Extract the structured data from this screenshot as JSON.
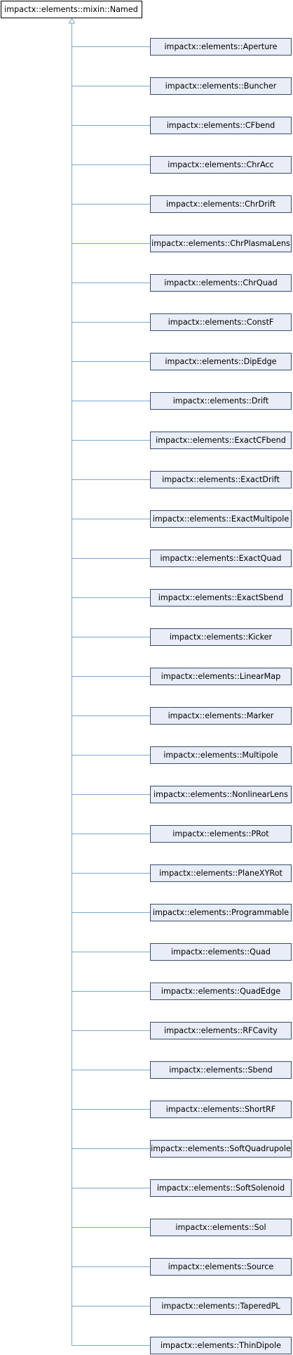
{
  "diagram": {
    "base": {
      "label": "impactx::elements::mixin::Named"
    },
    "derived": [
      "impactx::elements::Aperture",
      "impactx::elements::Buncher",
      "impactx::elements::CFbend",
      "impactx::elements::ChrAcc",
      "impactx::elements::ChrDrift",
      "impactx::elements::ChrPlasmaLens",
      "impactx::elements::ChrQuad",
      "impactx::elements::ConstF",
      "impactx::elements::DipEdge",
      "impactx::elements::Drift",
      "impactx::elements::ExactCFbend",
      "impactx::elements::ExactDrift",
      "impactx::elements::ExactMultipole",
      "impactx::elements::ExactQuad",
      "impactx::elements::ExactSbend",
      "impactx::elements::Kicker",
      "impactx::elements::LinearMap",
      "impactx::elements::Marker",
      "impactx::elements::Multipole",
      "impactx::elements::NonlinearLens",
      "impactx::elements::PRot",
      "impactx::elements::PlaneXYRot",
      "impactx::elements::Programmable",
      "impactx::elements::Quad",
      "impactx::elements::QuadEdge",
      "impactx::elements::RFCavity",
      "impactx::elements::Sbend",
      "impactx::elements::ShortRF",
      "impactx::elements::SoftQuadrupole",
      "impactx::elements::SoftSolenoid",
      "impactx::elements::Sol",
      "impactx::elements::Source",
      "impactx::elements::TaperedPL",
      "impactx::elements::ThinDipole"
    ],
    "colors": {
      "base_fill": "#ffffff",
      "base_stroke": "#000000",
      "derived_fill": "#e8edf7",
      "derived_stroke": "#3a4a6e",
      "edge": "#7aa6d8"
    }
  }
}
